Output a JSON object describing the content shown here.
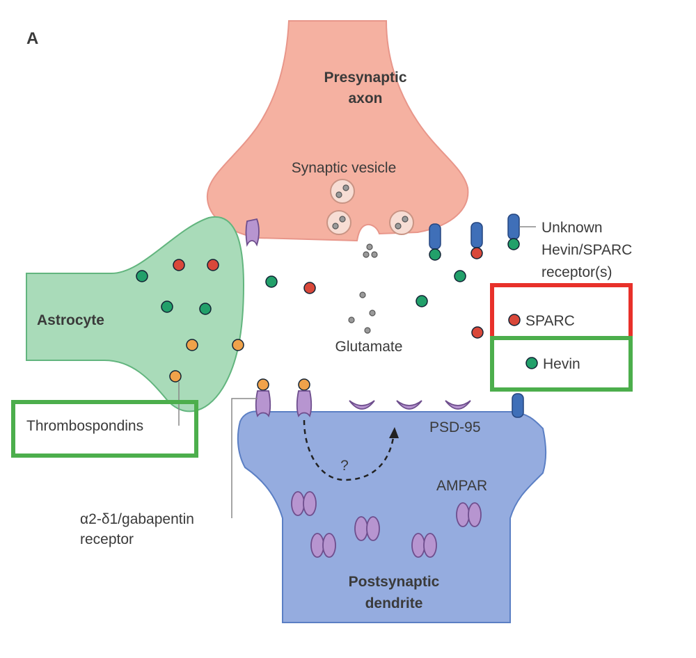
{
  "panel_letter": "A",
  "labels": {
    "presynaptic_line1": "Presynaptic",
    "presynaptic_line2": "axon",
    "synaptic_vesicle": "Synaptic vesicle",
    "astrocyte": "Astrocyte",
    "glutamate": "Glutamate",
    "unknown_line1": "Unknown",
    "unknown_line2": "Hevin/SPARC",
    "unknown_line3": "receptor(s)",
    "sparc": "SPARC",
    "hevin": "Hevin",
    "thrombospondins": "Thrombospondins",
    "psd95": "PSD-95",
    "question": "?",
    "ampar": "AMPAR",
    "alpha_line1": "α2-δ1/gabapentin",
    "alpha_line2": "receptor",
    "postsynaptic_line1": "Postsynaptic",
    "postsynaptic_line2": "dendrite"
  },
  "colors": {
    "axon": "#f5b1a1",
    "astrocyte": "#a9dbb9",
    "dendrite": "#95acdf",
    "sparc_dot": "#d9483a",
    "hevin_dot": "#22a06a",
    "thrombospondin_dot": "#f0a24a",
    "glutamate_dot": "#9a9a9a",
    "receptor_purple": "#b795d0",
    "receptor_blue": "#3f6fb8",
    "highlight_red": "#e8312a",
    "highlight_green": "#4cae4c"
  }
}
